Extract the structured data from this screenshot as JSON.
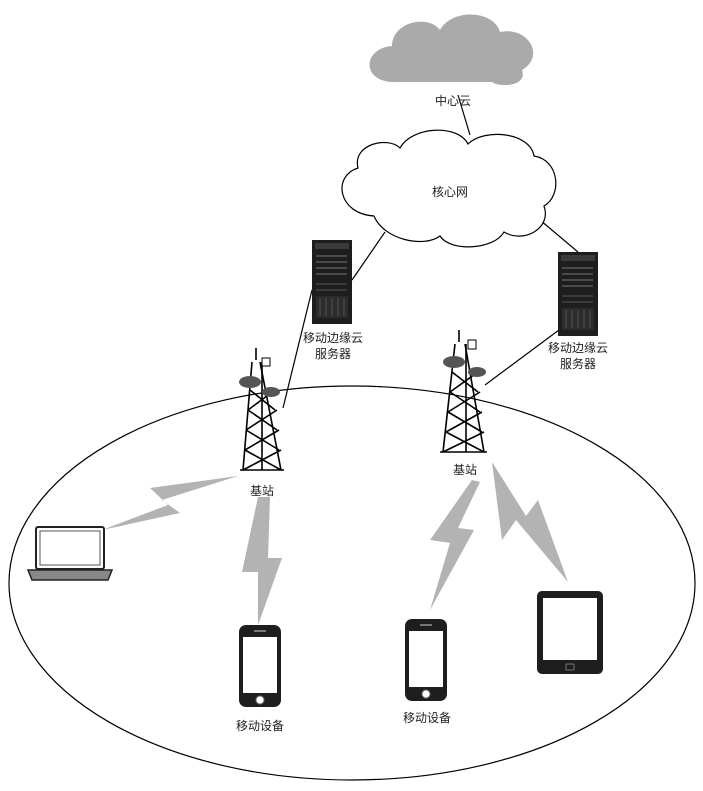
{
  "labels": {
    "center_cloud": "中心云",
    "core_network": "核心网",
    "edge_server_left_line1": "移动边缘云",
    "edge_server_left_line2": "服务器",
    "edge_server_right_line1": "移动边缘云",
    "edge_server_right_line2": "服务器",
    "base_station_left": "基站",
    "base_station_right": "基站",
    "mobile_device_left": "移动设备",
    "mobile_device_right": "移动设备"
  },
  "colors": {
    "cloud_gray": "#aaaaaa",
    "lightning_gray": "#b3b3b3",
    "outline": "#000000",
    "server_dark": "#1e1e1e"
  },
  "icons": [
    "cloud-icon",
    "server-icon",
    "tower-icon",
    "laptop-icon",
    "phone-icon",
    "tablet-icon",
    "lightning-icon"
  ]
}
